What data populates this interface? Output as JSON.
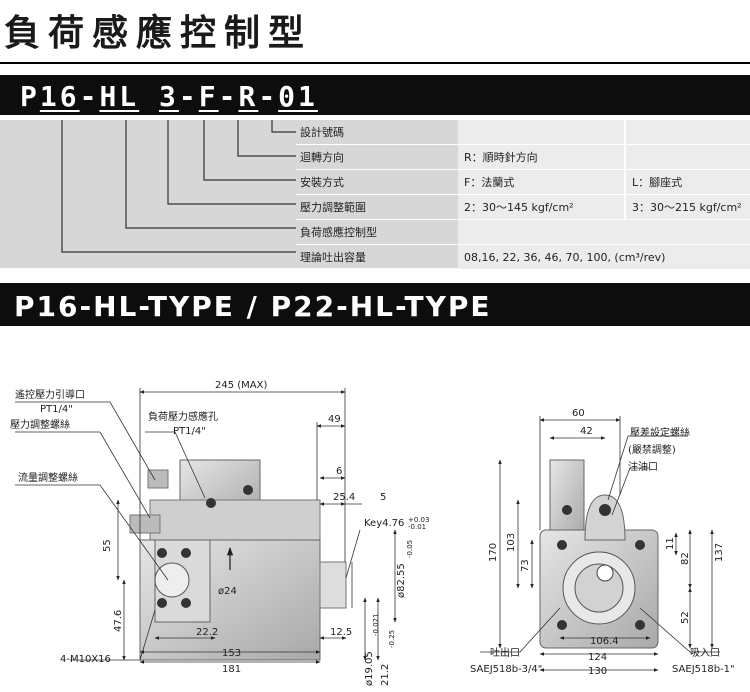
{
  "title": "負荷感應控制型",
  "model_code": {
    "parts": [
      "P",
      "16",
      "-",
      "HL",
      " ",
      "3",
      "-",
      "F",
      "-",
      "R",
      "-",
      "01"
    ]
  },
  "spec_rows": [
    {
      "label": "設計號碼",
      "v1": "",
      "v2": ""
    },
    {
      "label": "迴轉方向",
      "v1": "R：順時針方向",
      "v2": ""
    },
    {
      "label": "安裝方式",
      "v1": "F：法蘭式",
      "v2": "L：腳座式"
    },
    {
      "label": "壓力調整範圍",
      "v1": "2：30～145 kgf/cm²",
      "v2": "3：30～215 kgf/cm²"
    },
    {
      "label": "負荷感應控制型",
      "v1": "",
      "v2": ""
    },
    {
      "label": "理論吐出容量",
      "v1": "08,16, 22, 36, 46, 70, 100, (cm³/rev)",
      "v2": ""
    }
  ],
  "type_title": "P16-HL-TYPE / P22-HL-TYPE",
  "drawing": {
    "labels": {
      "remote_port": "遙控壓力引導口",
      "remote_port_size": "PT1/4\"",
      "pressure_screw": "壓力調整螺絲",
      "flow_screw": "流量調整螺絲",
      "load_port": "負荷壓力感應孔",
      "load_port_size": "PT1/4\"",
      "key": "Key4.76",
      "key_tol_up": "+0.03",
      "key_tol_dn": "-0.01",
      "bolt": "4-M10X16",
      "diff_screw": "壓差設定螺絲",
      "diff_screw_note": "(嚴禁調整)",
      "oil_port": "注油口",
      "outlet": "吐出口",
      "outlet_size": "SAEJ518b-3/4\"",
      "inlet": "吸入口",
      "inlet_size": "SAEJ518b-1\""
    },
    "dims": {
      "d245": "245 (MAX)",
      "d49": "49",
      "d6": "6",
      "d25_4": "25.4",
      "d5": "5",
      "d82_55": "ø82.55",
      "d82_tol": "-0.05",
      "d55": "55",
      "d47_6": "47.6",
      "d22_2": "22.2",
      "d153": "153",
      "d181": "181",
      "d12_5": "12.5",
      "d19_05": "ø19.05",
      "d19_tol": "-0.021",
      "d21_2": "21.2",
      "d21_tol": "-0.25",
      "d24": "ø24",
      "d60": "60",
      "d42": "42",
      "d170": "170",
      "d103": "103",
      "d73": "73",
      "d11": "11",
      "d82": "82",
      "d137": "137",
      "d52": "52",
      "d106_4": "106.4",
      "d124": "124",
      "d130": "130"
    }
  }
}
